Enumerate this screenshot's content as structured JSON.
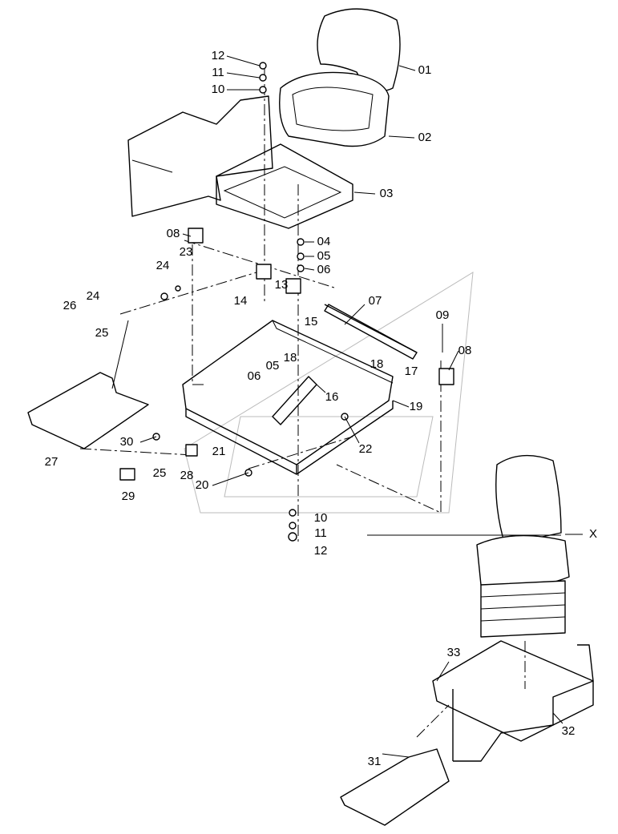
{
  "diagram": {
    "type": "exploded parts view",
    "line_color": "#000000",
    "background": "#ffffff",
    "labels": [
      "12",
      "11",
      "10",
      "01",
      "02",
      "03",
      "08",
      "04",
      "05",
      "06",
      "24",
      "23",
      "24",
      "26",
      "25",
      "14",
      "13",
      "07",
      "15",
      "09",
      "08",
      "18",
      "05",
      "06",
      "18",
      "17",
      "16",
      "19",
      "22",
      "21",
      "30",
      "27",
      "25",
      "28",
      "20",
      "29",
      "10",
      "11",
      "12",
      "X",
      "33",
      "32",
      "31"
    ]
  }
}
